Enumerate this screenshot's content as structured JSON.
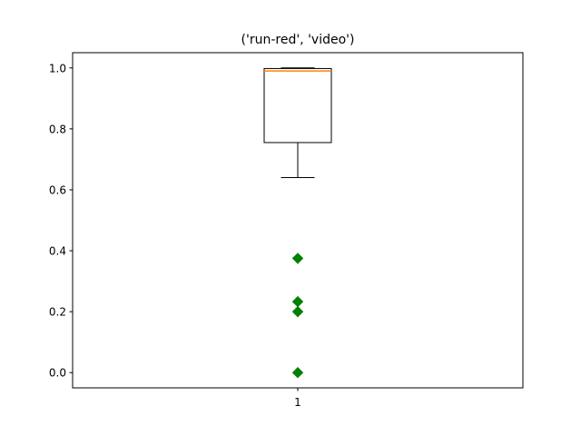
{
  "chart_data": {
    "type": "boxplot",
    "title": "('run-red', 'video')",
    "xlabel": "",
    "ylabel": "",
    "categories": [
      "1"
    ],
    "xlim": [
      0.5,
      1.5
    ],
    "ylim": [
      -0.05,
      1.05
    ],
    "yticks": [
      0.0,
      0.2,
      0.4,
      0.6,
      0.8,
      1.0
    ],
    "ytick_labels": [
      "0.0",
      "0.2",
      "0.4",
      "0.6",
      "0.8",
      "1.0"
    ],
    "grid": false,
    "boxes": [
      {
        "category": "1",
        "whisker_low": 0.64,
        "q1": 0.755,
        "median": 0.99,
        "q3": 0.998,
        "whisker_high": 1.0,
        "outliers": [
          0.375,
          0.233,
          0.2,
          0.0
        ]
      }
    ],
    "colors": {
      "box": "#000000",
      "median": "#ff7f0e",
      "outlier": "#008000"
    }
  }
}
